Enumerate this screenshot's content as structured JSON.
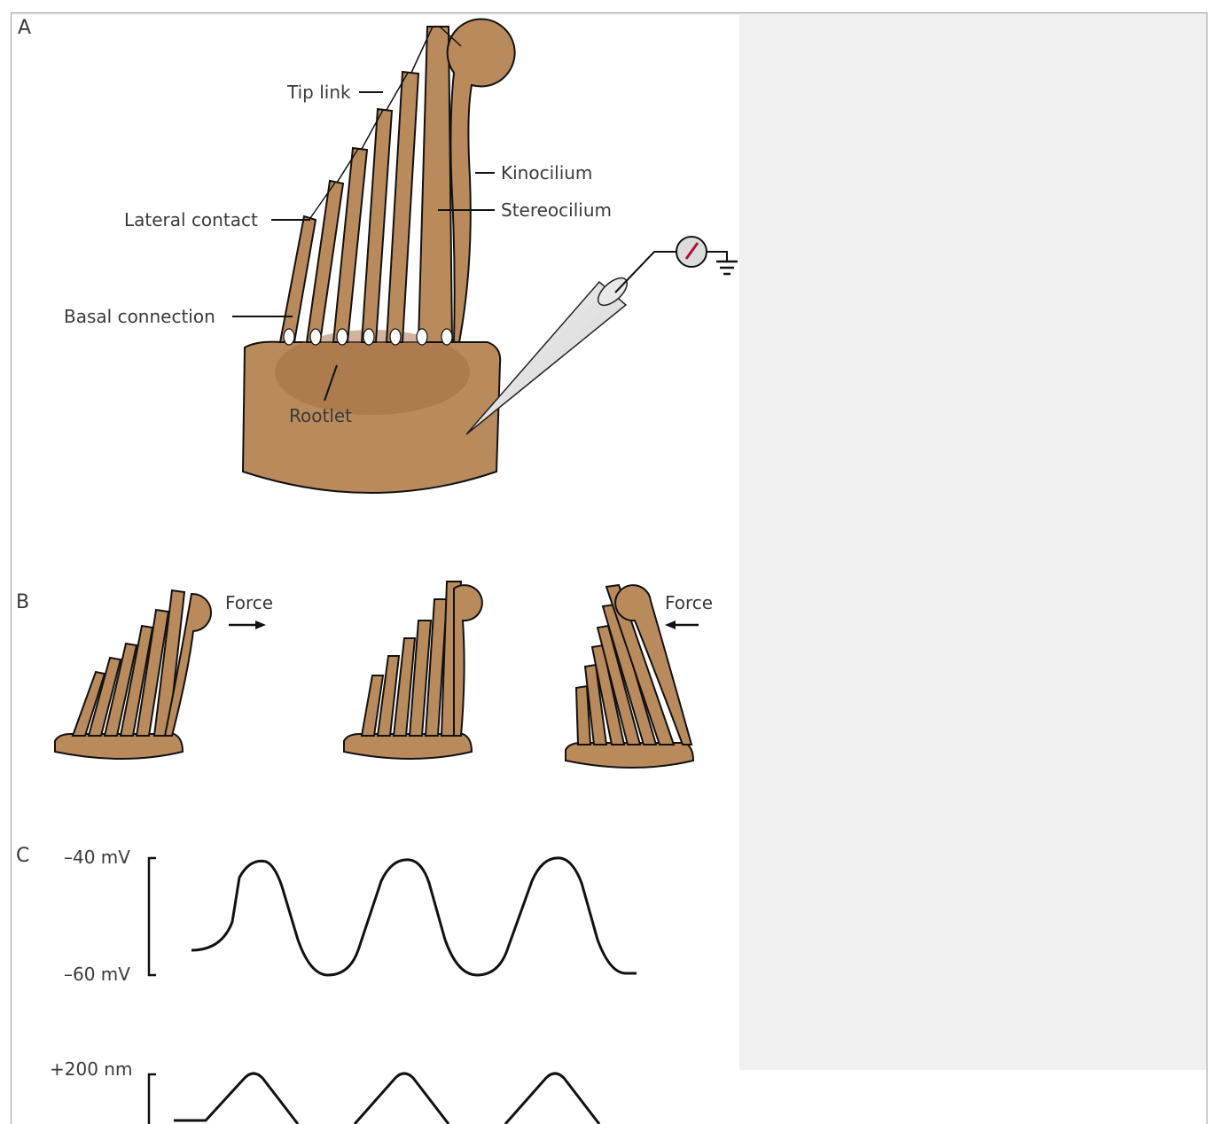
{
  "panels": {
    "a": "A",
    "b": "B",
    "c": "C"
  },
  "labels": {
    "tip_link": "Tip link",
    "kinocilium": "Kinocilium",
    "stereocilium": "Stereocilium",
    "lateral_contact": "Lateral contact",
    "basal_connection": "Basal connection",
    "rootlet": "Rootlet"
  },
  "force_left": "Force",
  "force_right": "Force",
  "voltage": {
    "top": "–40 mV",
    "bottom": "–60 mV"
  },
  "displacement": {
    "top": "+200 nm"
  },
  "colors": {
    "cell": "#b98a5c",
    "cell_dark": "#a8754a",
    "outline": "#111111"
  }
}
